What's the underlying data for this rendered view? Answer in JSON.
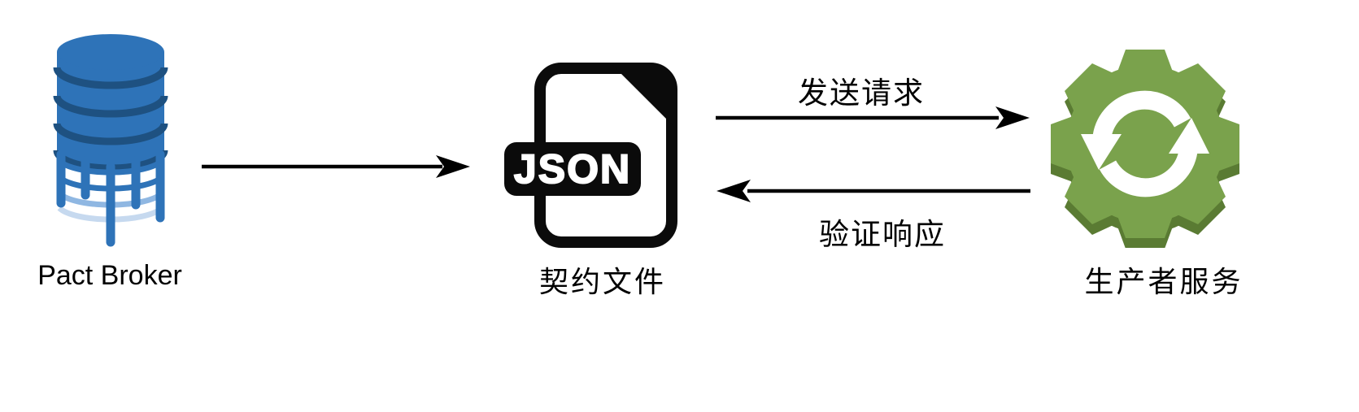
{
  "diagram": {
    "background_color": "#ffffff",
    "arrow_color": "#000000",
    "label_color": "#000000",
    "nodes": [
      {
        "id": "pact-broker",
        "label": "Pact Broker",
        "icon": "water-tower-database-icon",
        "icon_colors": {
          "primary": "#2e73b8",
          "dark": "#1e5181",
          "light": "#8fb7e2",
          "lighter": "#c6d9ef"
        }
      },
      {
        "id": "contract-file",
        "label": "契约文件",
        "icon": "json-file-icon",
        "icon_badge_text": "JSON",
        "icon_colors": {
          "primary": "#0b0b0b",
          "badge_text": "#ffffff",
          "page": "#ffffff"
        }
      },
      {
        "id": "producer-service",
        "label": "生产者服务",
        "icon": "gear-sync-icon",
        "icon_colors": {
          "primary": "#7aa24c",
          "shadow": "#5a7b33",
          "symbol": "#ffffff"
        }
      }
    ],
    "arrows": [
      {
        "id": "broker-to-contract",
        "from": "pact-broker",
        "to": "contract-file",
        "direction": "right",
        "label": ""
      },
      {
        "id": "send-request",
        "from": "contract-file",
        "to": "producer-service",
        "direction": "right",
        "label": "发送请求"
      },
      {
        "id": "verify-response",
        "from": "producer-service",
        "to": "contract-file",
        "direction": "left",
        "label": "验证响应"
      }
    ]
  }
}
